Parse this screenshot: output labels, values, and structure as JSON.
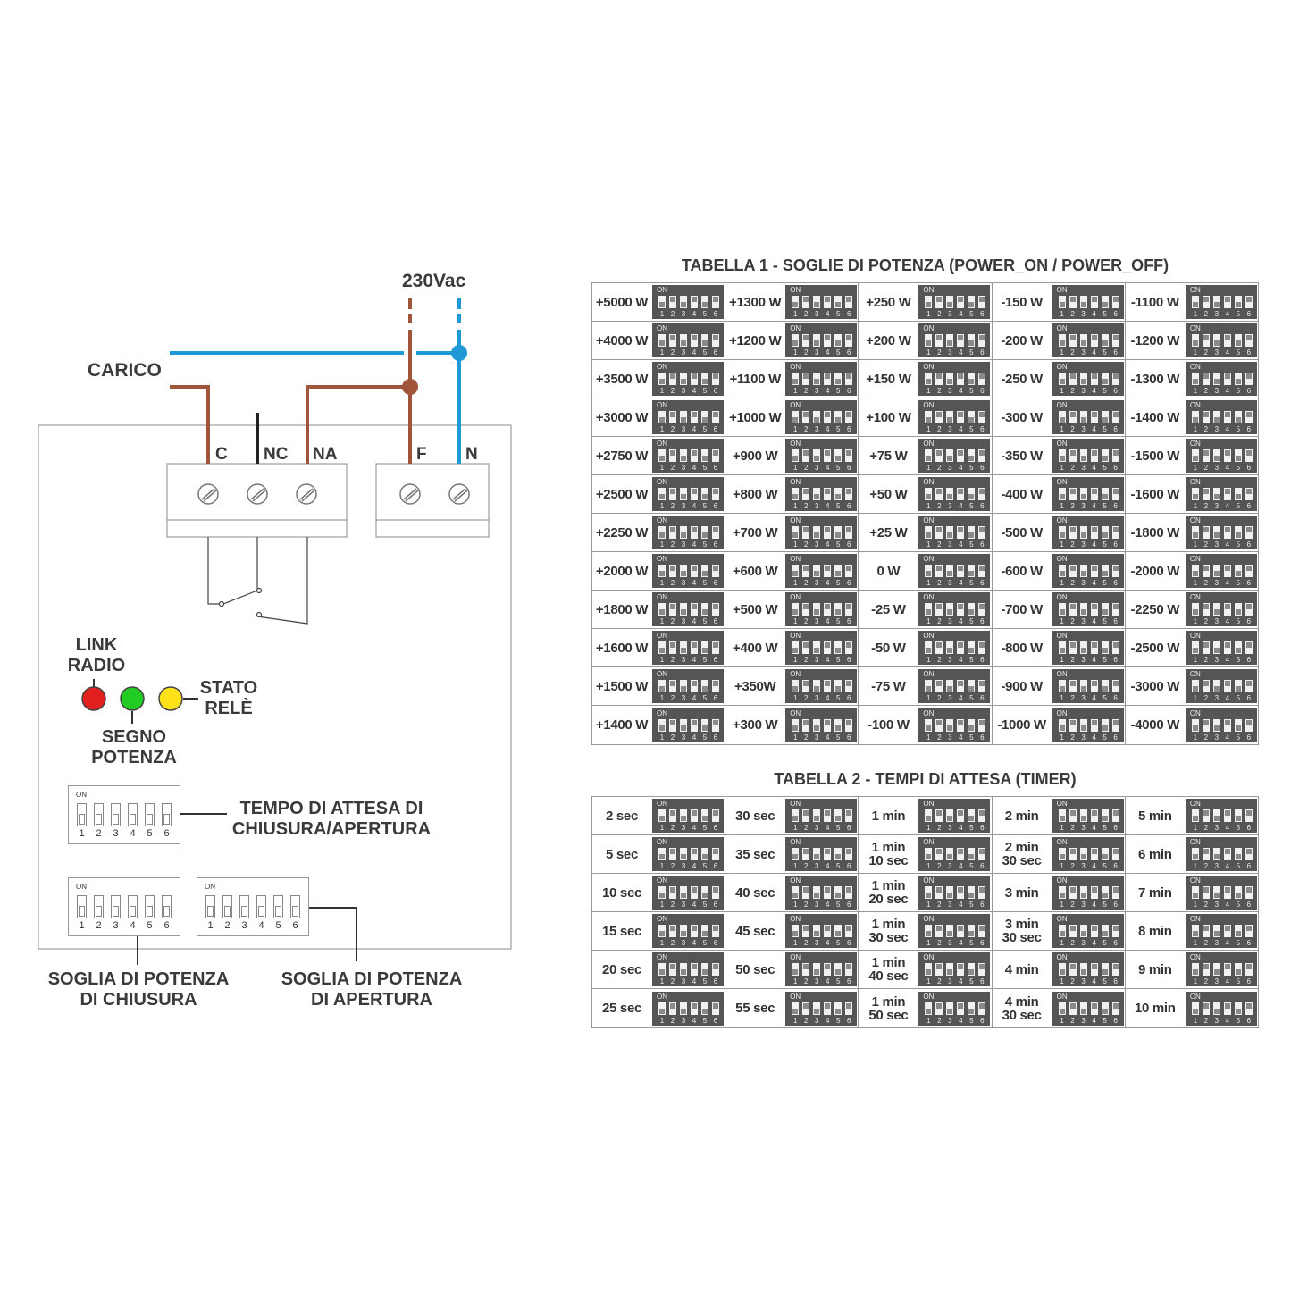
{
  "wiring": {
    "supply_label": "230Vac",
    "load_label": "CARICO",
    "terminals": [
      "C",
      "NC",
      "NA",
      "F",
      "N"
    ],
    "link_radio": [
      "LINK",
      "RADIO"
    ],
    "segno_potenza": [
      "SEGNO",
      "POTENZA"
    ],
    "stato_rele": [
      "STATO",
      "RELÈ"
    ],
    "led_colors": {
      "link": "#e0201e",
      "segno": "#22cc22",
      "stato": "#ffe11a"
    },
    "wire_colors": {
      "phase": "#a0553a",
      "neutral": "#1f9ad6",
      "common": "#222222"
    },
    "timer_label": [
      "TEMPO DI ATTESA DI",
      "CHIUSURA/APERTURA"
    ],
    "close_label": [
      "SOGLIA DI POTENZA",
      "DI CHIUSURA"
    ],
    "open_label": [
      "SOGLIA DI POTENZA",
      "DI APERTURA"
    ],
    "dip_on": "ON",
    "dip_numbers": [
      "1",
      "2",
      "3",
      "4",
      "5",
      "6"
    ]
  },
  "table1": {
    "title": "TABELLA 1 - SOGLIE DI POTENZA (POWER_ON / POWER_OFF)",
    "columns": [
      [
        "+5000 W",
        "+4000 W",
        "+3500 W",
        "+3000 W",
        "+2750 W",
        "+2500 W",
        "+2250 W",
        "+2000 W",
        "+1800 W",
        "+1600 W",
        "+1500 W",
        "+1400 W"
      ],
      [
        "+1300 W",
        "+1200 W",
        "+1100 W",
        "+1000 W",
        "+900 W",
        "+800 W",
        "+700 W",
        "+600 W",
        "+500 W",
        "+400 W",
        "+350W",
        "+300 W"
      ],
      [
        "+250 W",
        "+200 W",
        "+150 W",
        "+100 W",
        "+75 W",
        "+50 W",
        "+25 W",
        "0 W",
        "-25 W",
        "-50 W",
        "-75 W",
        "-100 W"
      ],
      [
        "-150 W",
        "-200 W",
        "-250 W",
        "-300 W",
        "-350 W",
        "-400 W",
        "-500 W",
        "-600 W",
        "-700 W",
        "-800 W",
        "-900 W",
        "-1000 W"
      ],
      [
        "-1100 W",
        "-1200 W",
        "-1300 W",
        "-1400 W",
        "-1500 W",
        "-1600 W",
        "-1800 W",
        "-2000 W",
        "-2250 W",
        "-2500 W",
        "-3000 W",
        "-4000 W"
      ]
    ]
  },
  "table2": {
    "title": "TABELLA 2 - TEMPI DI ATTESA (TIMER)",
    "columns": [
      [
        "2 sec",
        "5 sec",
        "10 sec",
        "15 sec",
        "20 sec",
        "25 sec"
      ],
      [
        "30 sec",
        "35 sec",
        "40 sec",
        "45 sec",
        "50 sec",
        "55 sec"
      ],
      [
        "1 min",
        "1 min\n10 sec",
        "1 min\n20 sec",
        "1 min\n30 sec",
        "1 min\n40 sec",
        "1 min\n50 sec"
      ],
      [
        "2 min",
        "2 min\n30 sec",
        "3 min",
        "3 min\n30 sec",
        "4 min",
        "4 min\n30 sec"
      ],
      [
        "5 min",
        "6 min",
        "7 min",
        "8 min",
        "9 min",
        "10 min"
      ]
    ]
  }
}
